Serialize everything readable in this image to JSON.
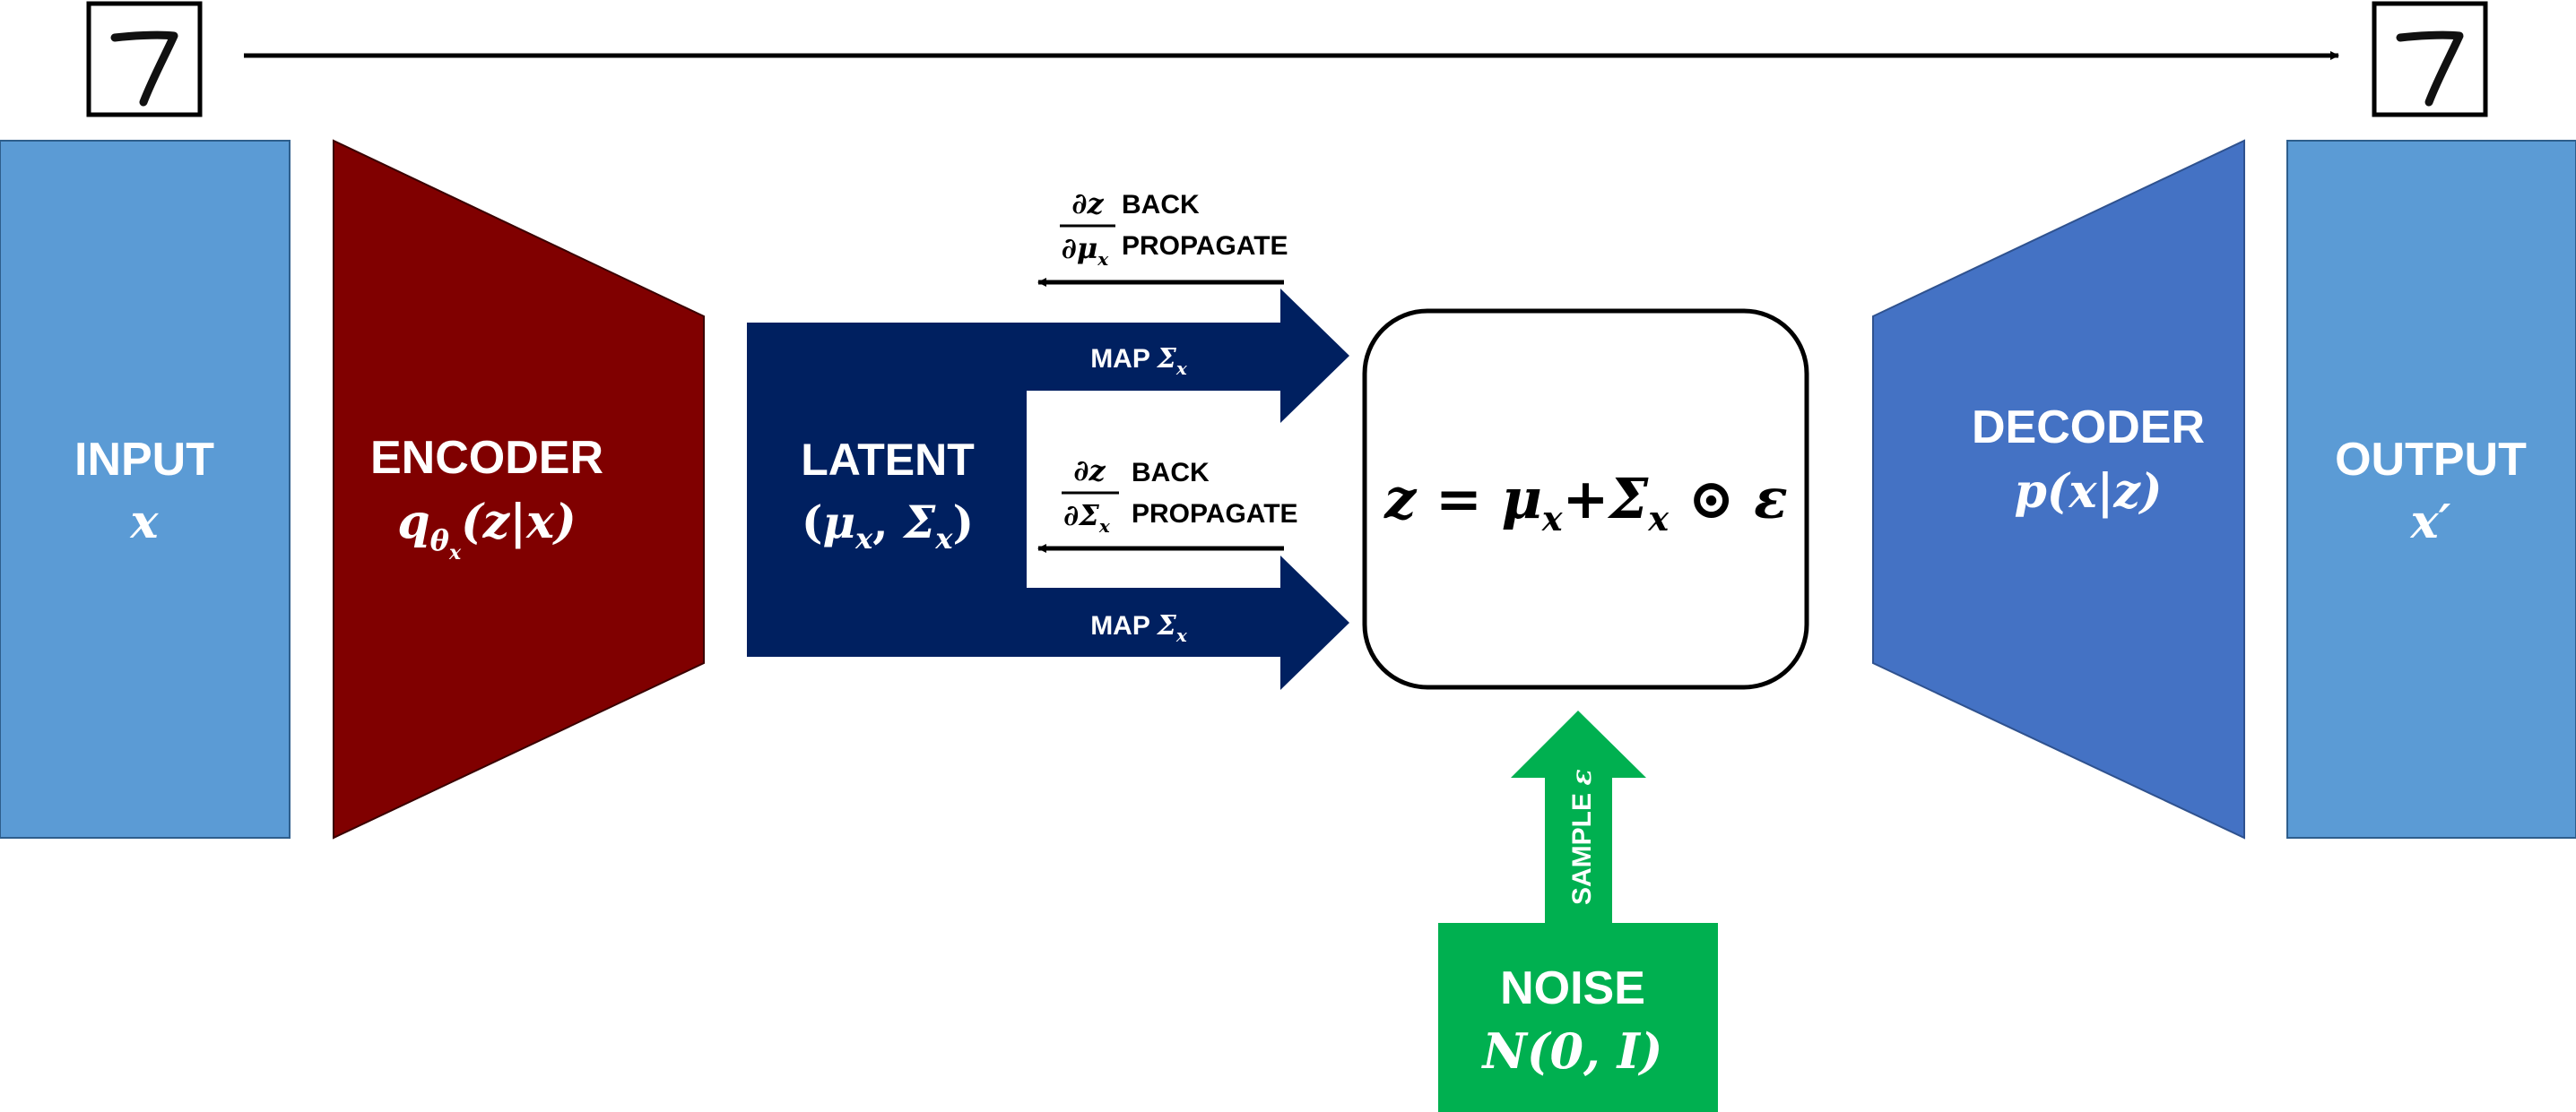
{
  "input": {
    "label": "INPUT",
    "symbol": "x"
  },
  "encoder": {
    "label": "ENCODER",
    "q": "q",
    "theta": "θ",
    "sub": "x",
    "args": "(z|x)"
  },
  "latent": {
    "label": "LATENT",
    "open": "(",
    "mu": "μ",
    "sep": ", ",
    "sigma": "Σ",
    "sub": "x",
    "close": ")"
  },
  "map_top": {
    "text": "MAP ",
    "sigma": "Σ",
    "sub": "x"
  },
  "map_bottom": {
    "text": "MAP ",
    "sigma": "Σ",
    "sub": "x"
  },
  "backprop_mu": {
    "num": "∂z",
    "den": "∂μ",
    "den_sub": "x",
    "line1": "BACK",
    "line2": "PROPAGATE"
  },
  "backprop_sigma": {
    "num": "∂z",
    "den": "∂Σ",
    "den_sub": "x",
    "line1": "BACK",
    "line2": "PROPAGATE"
  },
  "reparam": {
    "z": "z",
    "eq": " = ",
    "mu": "μ",
    "mu_sub": "x",
    "plus": "+",
    "sigma": "Σ",
    "sigma_sub": "x",
    "odot": " ⊙ ",
    "eps": "ε"
  },
  "sample": {
    "text": "SAMPLE ",
    "eps": "ε"
  },
  "noise": {
    "label": "NOISE",
    "formula": "N(0, I)"
  },
  "decoder": {
    "label": "DECODER",
    "formula": "p(x|z)"
  },
  "output": {
    "label": "OUTPUT",
    "symbol": "x′"
  },
  "colors": {
    "panel_blue": "#5B9BD5",
    "encoder_red": "#800000",
    "latent_navy": "#002060",
    "decoder_blue": "#4472C4",
    "noise_green": "#00B050",
    "text_white": "#FFFFFF",
    "text_black": "#000000"
  }
}
